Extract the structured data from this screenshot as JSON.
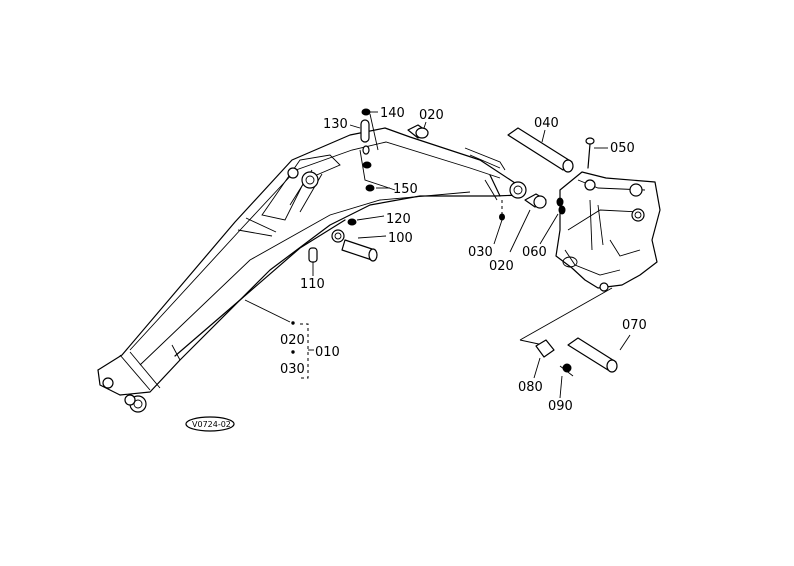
{
  "labels": {
    "p130": "130",
    "p140": "140",
    "p020_top": "020",
    "p040": "040",
    "p050": "050",
    "p150": "150",
    "p120": "120",
    "p100": "100",
    "p110": "110",
    "p030_mid": "030",
    "p020_mid": "020",
    "p060": "060",
    "p070": "070",
    "p080": "080",
    "p090": "090",
    "group_020": "020",
    "group_030": "030",
    "group_010": "010"
  },
  "badge": "V0724-02"
}
